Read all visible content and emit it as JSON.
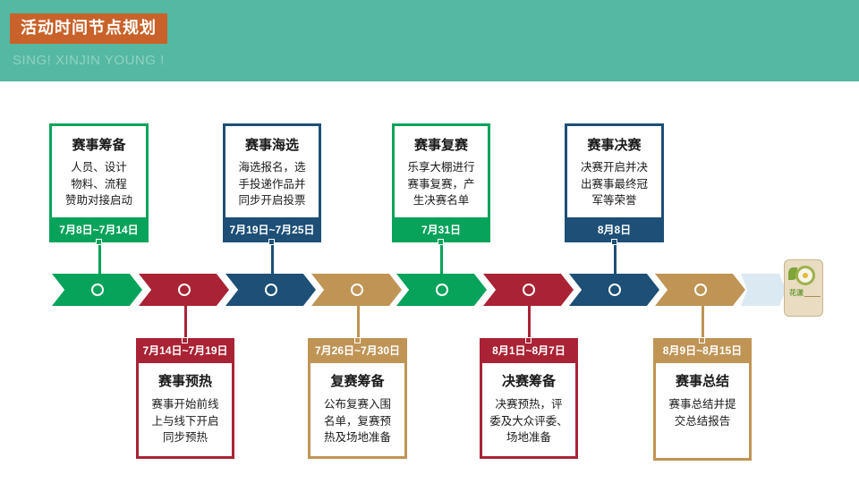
{
  "header": {
    "title": "活动时间节点规划",
    "subtitle": "SING! XINJIN YOUNG !"
  },
  "colors": {
    "band": "#55b8a2",
    "title_bg": "#c8622a",
    "green": "#07a35a",
    "red": "#a92335",
    "navy": "#1d4f77",
    "tan": "#bf9455",
    "faded": "#dbe9f2"
  },
  "logo": {
    "text": "花漾",
    "icon": "flower-logo-icon"
  },
  "milestones_top": [
    {
      "title": "赛事筹备",
      "desc": [
        "人员、设计",
        "物料、流程",
        "赞助对接启动"
      ],
      "date": "7月8日~7月14日",
      "color": "green"
    },
    {
      "title": "赛事海选",
      "desc": [
        "海选报名，选",
        "手投递作品并",
        "同步开启投票"
      ],
      "date": "7月19日~7月25日",
      "color": "navy"
    },
    {
      "title": "赛事复赛",
      "desc": [
        "乐享大棚进行",
        "赛事复赛，产",
        "生决赛名单"
      ],
      "date": "7月31日",
      "color": "green"
    },
    {
      "title": "赛事决赛",
      "desc": [
        "决赛开启并决",
        "出赛事最终冠",
        "军等荣誉"
      ],
      "date": "8月8日",
      "color": "navy"
    }
  ],
  "milestones_bottom": [
    {
      "title": "赛事预热",
      "desc": [
        "赛事开始前线",
        "上与线下开启",
        "同步预热"
      ],
      "date": "7月14日~7月19日",
      "color": "red"
    },
    {
      "title": "复赛筹备",
      "desc": [
        "公布复赛入围",
        "名单，复赛预",
        "热及场地准备"
      ],
      "date": "7月26日~7月30日",
      "color": "tan"
    },
    {
      "title": "决赛筹备",
      "desc": [
        "决赛预热，评",
        "委及大众评委、",
        "场地准备"
      ],
      "date": "8月1日~8月7日",
      "color": "red"
    },
    {
      "title": "赛事总结",
      "desc": [
        "赛事总结并提",
        "交总结报告"
      ],
      "date": "8月9日~8月15日",
      "color": "tan"
    }
  ],
  "timeline": {
    "segments": [
      "green",
      "red",
      "navy",
      "tan",
      "green",
      "red",
      "navy",
      "tan",
      "faded"
    ]
  }
}
